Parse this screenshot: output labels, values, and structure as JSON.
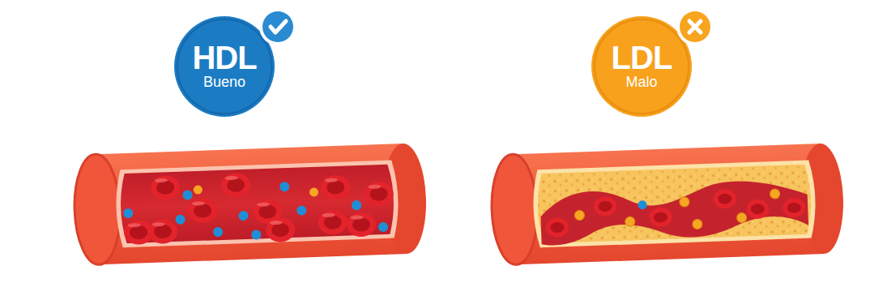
{
  "diagram": {
    "nodes": [
      {
        "text": [
          "HDL",
          "Bueno"
        ]
      },
      {
        "text": [
          "LDL",
          "Malo"
        ]
      }
    ]
  }
}
